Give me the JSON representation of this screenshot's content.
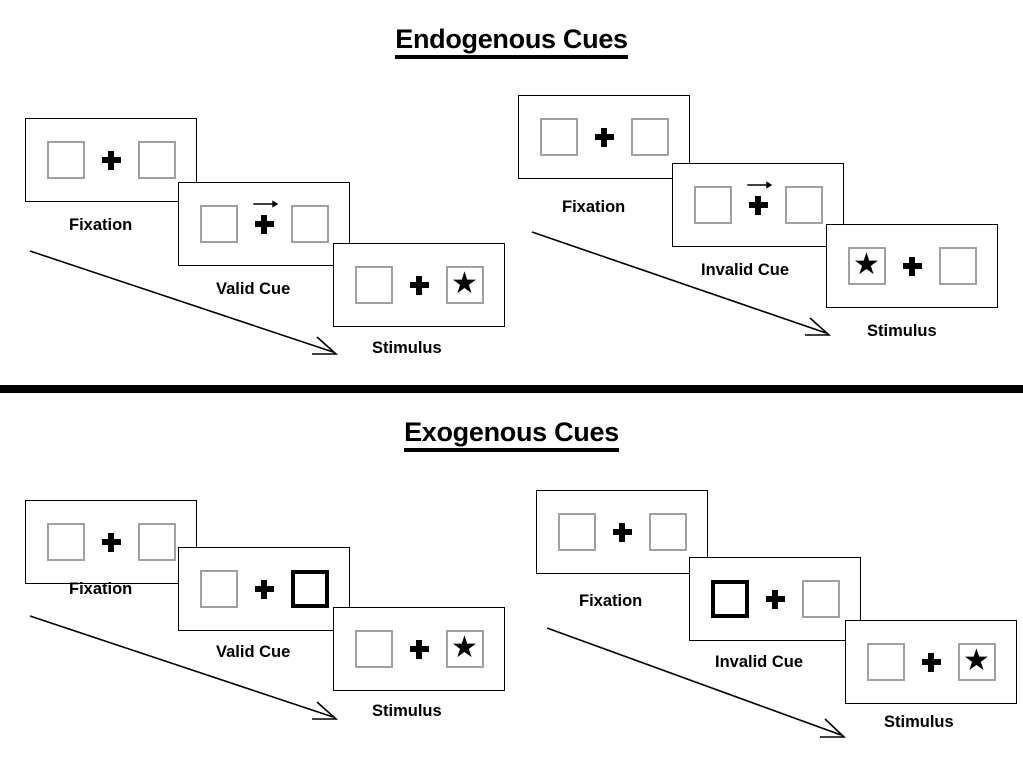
{
  "sections": [
    {
      "id": "endogenous",
      "title": "Endogenous Cues",
      "sequences": [
        {
          "id": "endogenous-valid",
          "steps": [
            {
              "caption": "Fixation",
              "cue_type": "none",
              "cued_side": "none",
              "target_side": "none",
              "arrow": "none"
            },
            {
              "caption": "Valid Cue",
              "cue_type": "arrow",
              "cued_side": "none",
              "target_side": "none",
              "arrow": "right"
            },
            {
              "caption": "Stimulus",
              "cue_type": "none",
              "cued_side": "none",
              "target_side": "right",
              "arrow": "none"
            }
          ]
        },
        {
          "id": "endogenous-invalid",
          "steps": [
            {
              "caption": "Fixation",
              "cue_type": "none",
              "cued_side": "none",
              "target_side": "none",
              "arrow": "none"
            },
            {
              "caption": "Invalid Cue",
              "cue_type": "arrow",
              "cued_side": "none",
              "target_side": "none",
              "arrow": "right"
            },
            {
              "caption": "Stimulus",
              "cue_type": "none",
              "cued_side": "none",
              "target_side": "left",
              "arrow": "none"
            }
          ]
        }
      ]
    },
    {
      "id": "exogenous",
      "title": "Exogenous Cues",
      "sequences": [
        {
          "id": "exogenous-valid",
          "steps": [
            {
              "caption": "Fixation",
              "cue_type": "none",
              "cued_side": "none",
              "target_side": "none",
              "arrow": "none"
            },
            {
              "caption": "Valid Cue",
              "cue_type": "highlight",
              "cued_side": "right",
              "target_side": "none",
              "arrow": "none"
            },
            {
              "caption": "Stimulus",
              "cue_type": "none",
              "cued_side": "none",
              "target_side": "right",
              "arrow": "none"
            }
          ]
        },
        {
          "id": "exogenous-invalid",
          "steps": [
            {
              "caption": "Fixation",
              "cue_type": "none",
              "cued_side": "none",
              "target_side": "none",
              "arrow": "none"
            },
            {
              "caption": "Invalid Cue",
              "cue_type": "highlight",
              "cued_side": "left",
              "target_side": "none",
              "arrow": "none"
            },
            {
              "caption": "Stimulus",
              "cue_type": "none",
              "cued_side": "none",
              "target_side": "right",
              "arrow": "none"
            }
          ]
        }
      ]
    }
  ],
  "glyphs": {
    "star": "★",
    "fixation_cross": "plus-icon",
    "cue_arrow": "arrow-right-icon",
    "flow_arrow": "diagonal-arrow-icon"
  },
  "colors": {
    "ink": "#000000",
    "box_border": "#a0a0a0",
    "panel_border": "#000000",
    "cued_box_border": "#000000",
    "background": "#ffffff",
    "divider": "#000000"
  }
}
